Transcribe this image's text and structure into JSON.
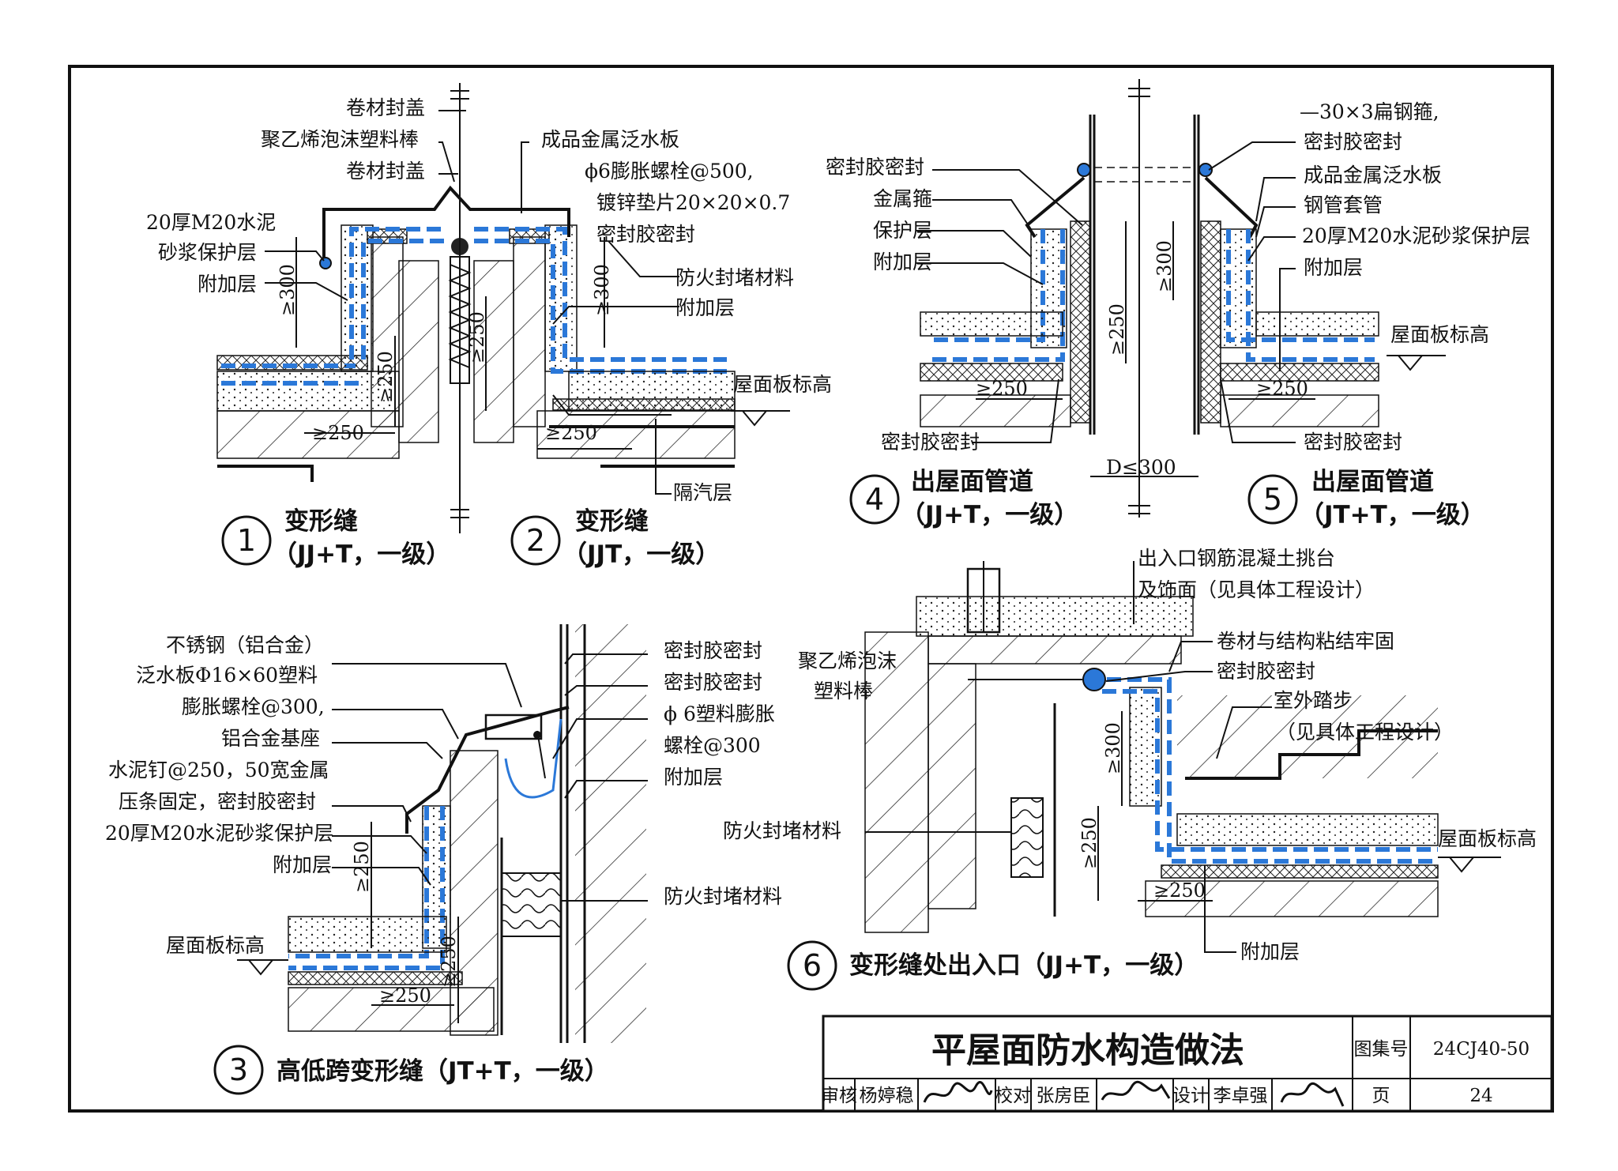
{
  "sheet": {
    "title": "平屋面防水构造做法",
    "atlas_label": "图集号",
    "atlas_no": "24CJ40-50",
    "page_label": "页",
    "page_no": "24",
    "review_label": "审核",
    "reviewer": "杨婷稳",
    "check_label": "校对",
    "checker": "张房臣",
    "design_label": "设计",
    "designer": "李卓强",
    "reviewer_signature": "杨婷稳",
    "checker_signature": "张房臣",
    "designer_signature": "李卓强"
  },
  "details": [
    {
      "num": "1",
      "title": "变形缝",
      "sub": "（JJ+T，一级）"
    },
    {
      "num": "2",
      "title": "变形缝",
      "sub": "（JJT，一级）"
    },
    {
      "num": "3",
      "title": "高低跨变形缝（JT+T，一级）",
      "sub": ""
    },
    {
      "num": "4",
      "title": "出屋面管道",
      "sub": "（JJ+T，一级）"
    },
    {
      "num": "5",
      "title": "出屋面管道",
      "sub": "（JT+T，一级）"
    },
    {
      "num": "6",
      "title": "变形缝处出入口（JJ+T，一级）",
      "sub": ""
    }
  ],
  "labels": {
    "d12": {
      "roll_cap_1": "卷材封盖",
      "pe_rod": "聚乙烯泡沫塑料棒",
      "roll_cap_2": "卷材封盖",
      "mortar_1": "20厚M20水泥",
      "mortar_2": "砂浆保护层",
      "add_layer_left": "附加层",
      "metal_flashing": "成品金属泛水板",
      "bolt_1": "ϕ6膨胀螺栓@500,",
      "bolt_2": "镀锌垫片20×20×0.7",
      "sealant": "密封胶密封",
      "fire_seal": "防火封堵材料",
      "add_layer_right": "附加层",
      "roof_level": "屋面板标高",
      "vapor_barrier": "隔汽层"
    },
    "d3": {
      "stainless_1": "不锈钢（铝合金）",
      "stainless_2": "泛水板Φ16×60塑料",
      "stainless_3": "膨胀螺栓@300,",
      "al_base": "铝合金基座",
      "nail_1": "水泥钉@250，50宽金属",
      "nail_2": "压条固定，密封胶密封",
      "mortar": "20厚M20水泥砂浆保护层",
      "add_layer": "附加层",
      "roof_level": "屋面板标高",
      "sealant_1": "密封胶密封",
      "sealant_2": "密封胶密封",
      "anchor_1": "ϕ 6塑料膨胀",
      "anchor_2": "螺栓@300",
      "add_layer_r": "附加层",
      "fire_seal": "防火封堵材料"
    },
    "d45": {
      "sealant_top": "密封胶密封",
      "metal_hoop": "金属箍",
      "protect": "保护层",
      "add_layer": "附加层",
      "sealant_bottom": "密封胶密封",
      "d_dim": "D≤300",
      "flat_steel_1": "—30×3扁钢箍,",
      "flat_steel_2": "密封胶密封",
      "metal_flashing": "成品金属泛水板",
      "steel_sleeve": "钢管套管",
      "mortar": "20厚M20水泥砂浆保护层",
      "add_layer_r": "附加层",
      "roof_level": "屋面板标高",
      "sealant_r": "密封胶密封"
    },
    "d6": {
      "canopy_1": "出入口钢筋混凝土挑台",
      "canopy_2": "及饰面（见具体工程设计）",
      "roll_bond": "卷材与结构粘结牢固",
      "sealant": "密封胶密封",
      "pe_1": "聚乙烯泡沫",
      "pe_2": "塑料棒",
      "step_1": "室外踏步",
      "step_2": "（见具体工程设计）",
      "fire_seal": "防火封堵材料",
      "roof_level": "屋面板标高",
      "add_layer": "附加层"
    },
    "dims": {
      "ge300": "≥300",
      "ge250": "≥250"
    }
  }
}
